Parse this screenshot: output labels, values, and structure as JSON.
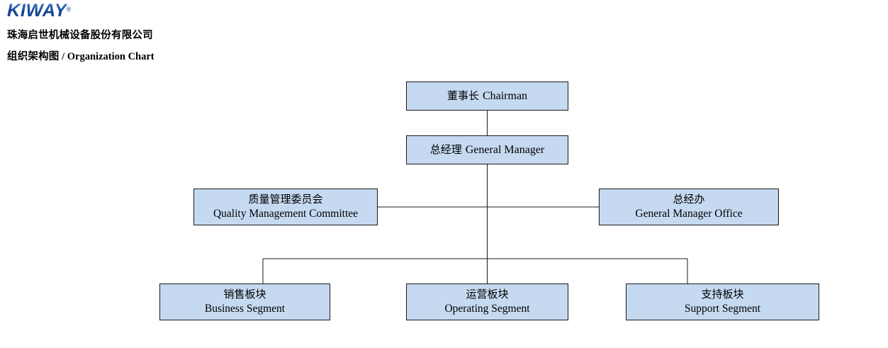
{
  "header": {
    "logo_text": "KIWAY",
    "logo_trademark": "®",
    "company_name": "珠海启世机械设备股份有限公司",
    "chart_title_cn": "组织架构图",
    "chart_title_sep": " / ",
    "chart_title_en": "Organization Chart"
  },
  "theme": {
    "box_fill": "#c5d9f1",
    "box_border": "#1a1a1a",
    "connector": "#1a1a1a",
    "logo_blue": "#1a4d9e",
    "text": "#000000",
    "background": "#ffffff"
  },
  "chart_data": {
    "type": "diagram",
    "diagram_type": "organization-chart",
    "title": "组织架构图 / Organization Chart",
    "nodes": [
      {
        "id": "chairman",
        "cn": "董事长",
        "en": "Chairman",
        "layout": "inline",
        "level": 0
      },
      {
        "id": "gm",
        "cn": "总经理",
        "en": "General Manager",
        "layout": "inline",
        "level": 1
      },
      {
        "id": "qmc",
        "cn": "质量管理委员会",
        "en": "Quality Management Committee",
        "layout": "stacked",
        "level": 2
      },
      {
        "id": "gmo",
        "cn": "总经办",
        "en": "General Manager Office",
        "layout": "stacked",
        "level": 2
      },
      {
        "id": "business",
        "cn": "销售板块",
        "en": "Business Segment",
        "layout": "stacked",
        "level": 3
      },
      {
        "id": "operating",
        "cn": "运营板块",
        "en": "Operating Segment",
        "layout": "stacked",
        "level": 3
      },
      {
        "id": "support",
        "cn": "支持板块",
        "en": "Support Segment",
        "layout": "stacked",
        "level": 3
      }
    ],
    "edges": [
      {
        "from": "chairman",
        "to": "gm",
        "style": "straight-vertical"
      },
      {
        "from": "gm",
        "to": "qmc",
        "style": "staff-left"
      },
      {
        "from": "gm",
        "to": "gmo",
        "style": "staff-right"
      },
      {
        "from": "gm",
        "to": "business",
        "style": "elbow"
      },
      {
        "from": "gm",
        "to": "operating",
        "style": "straight-vertical"
      },
      {
        "from": "gm",
        "to": "support",
        "style": "elbow"
      }
    ]
  }
}
